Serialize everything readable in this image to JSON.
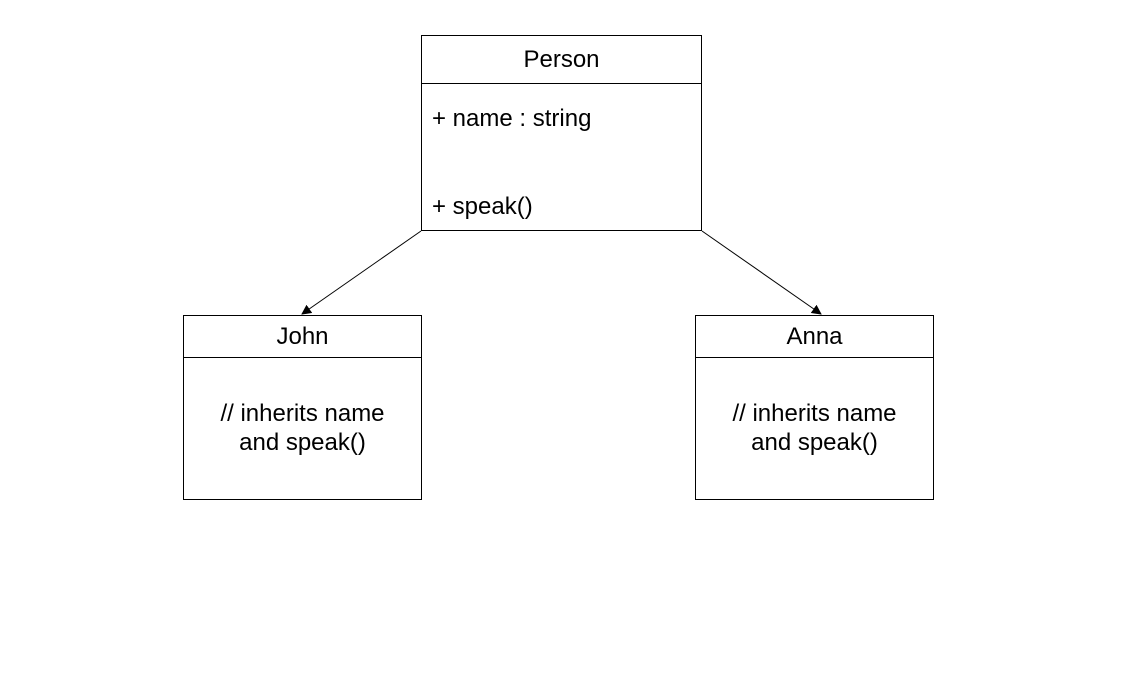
{
  "diagram": {
    "classes": {
      "person": {
        "name": "Person",
        "attribute": "+ name : string",
        "operation": "+ speak()"
      },
      "john": {
        "name": "John",
        "note_line1": "// inherits name",
        "note_line2": "and speak()"
      },
      "anna": {
        "name": "Anna",
        "note_line1": "// inherits name",
        "note_line2": "and speak()"
      }
    },
    "relations": [
      {
        "from": "Person",
        "to": "John",
        "kind": "arrow"
      },
      {
        "from": "Person",
        "to": "Anna",
        "kind": "arrow"
      }
    ],
    "colors": {
      "line": "#000000",
      "background": "#ffffff"
    }
  }
}
